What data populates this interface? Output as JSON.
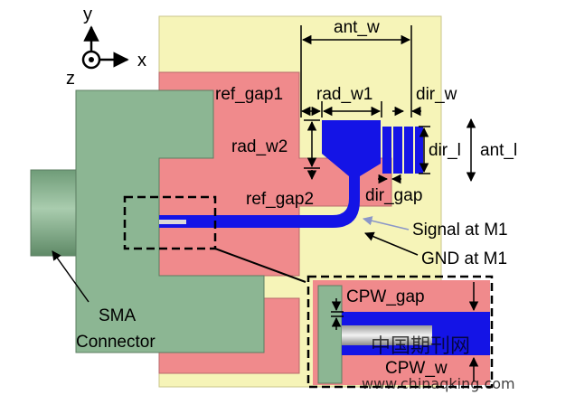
{
  "axes": {
    "y": "y",
    "x": "x",
    "z": "z"
  },
  "labels": {
    "ant_w": "ant_w",
    "ref_gap1": "ref_gap1",
    "rad_w1": "rad_w1",
    "dir_w": "dir_w",
    "rad_w2": "rad_w2",
    "dir_l": "dir_l",
    "ant_l": "ant_l",
    "ref_gap2": "ref_gap2",
    "dir_gap": "dir_gap",
    "signal": "Signal at M1",
    "gnd": "GND at M1",
    "cpw_gap": "CPW_gap",
    "cpw_w": "CPW_w",
    "sma_line1": "SMA",
    "sma_line2": "Connector"
  },
  "watermark": {
    "cn": "中国期刊网",
    "url": "www.chinaqking.com"
  },
  "colors": {
    "substrate": "#f6f4b8",
    "ground": "#f08a8c",
    "connector": "#8cb693",
    "signal": "#1414e6",
    "center_pin": "#b7b7b7"
  }
}
